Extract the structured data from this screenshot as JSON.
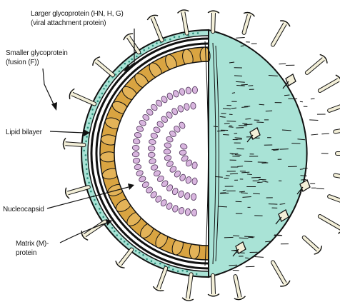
{
  "figure": {
    "labels": {
      "larger_glycoprotein": [
        "Larger glycoprotein (HN, H, G)",
        "(viral attachment protein)"
      ],
      "smaller_glycoprotein": [
        "Smaller glycoprotein",
        "(fusion (F))"
      ],
      "lipid_bilayer": [
        "Lipid bilayer"
      ],
      "nucleocapsid": [
        "Nucleocapsid"
      ],
      "matrix_protein": [
        "Matrix (M)-",
        "protein"
      ]
    },
    "colors": {
      "envelope_teal": "#a9e3d6",
      "envelope_dots": "#2f8f7c",
      "matrix_orange": "#d9a441",
      "matrix_cell": "#e3b358",
      "spike_fill": "#f3efd8",
      "nucleocapsid_bead": "#d9b6df",
      "outline": "#111111"
    }
  }
}
